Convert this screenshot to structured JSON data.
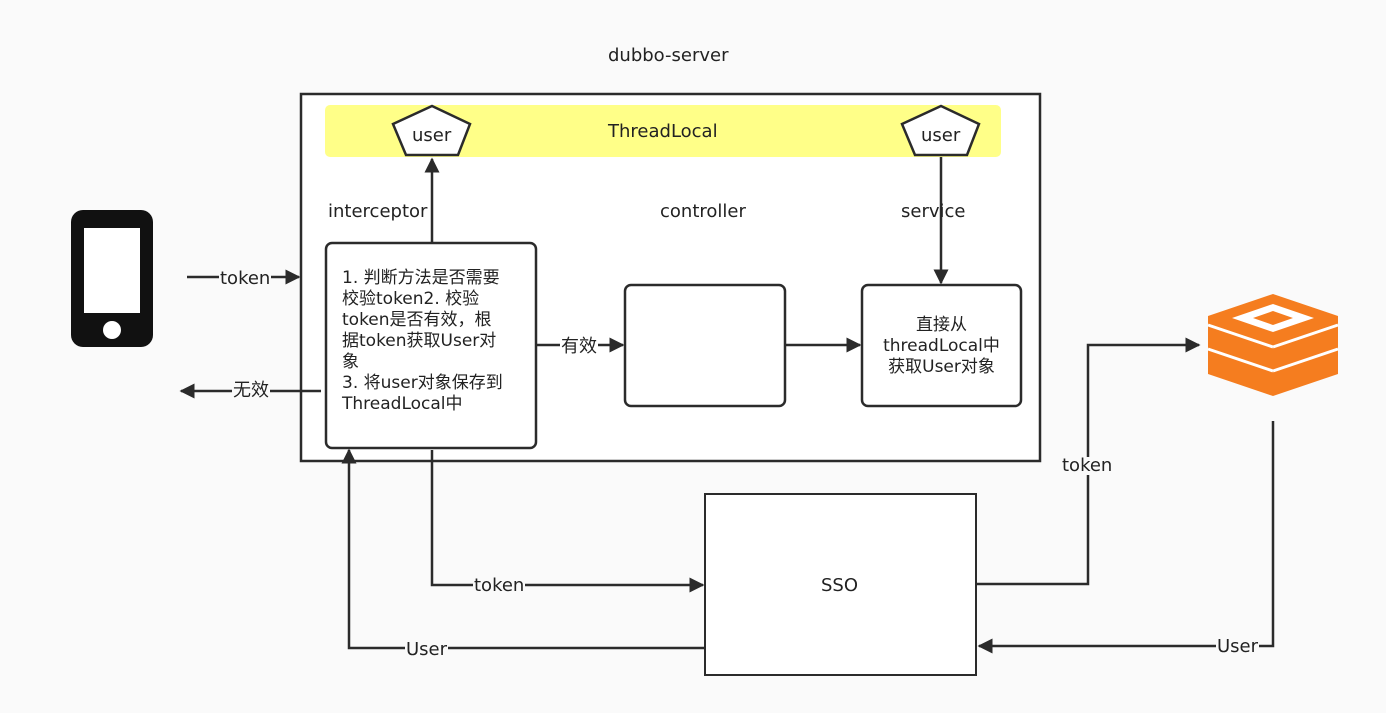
{
  "colors": {
    "line": "#2b2b2b",
    "threadlocal_bg": "#ffff88",
    "redis_orange": "#f57d1f",
    "background": "#fafafa"
  },
  "icons": {
    "client": "mobile-phone-icon",
    "cache": "redis-stack-icon"
  },
  "container": {
    "title": "dubbo-server"
  },
  "threadlocal": {
    "label": "ThreadLocal"
  },
  "user_tokens": [
    {
      "label": "user"
    },
    {
      "label": "user"
    }
  ],
  "layers": {
    "interceptor": "interceptor",
    "controller": "controller",
    "service": "service"
  },
  "interceptor_box": {
    "lines": [
      "1. 判断方法是否需要",
      "校验token2. 校验",
      "token是否有效，根",
      "据token获取User对",
      "象",
      "3. 将user对象保存到",
      "ThreadLocal中"
    ]
  },
  "service_box": {
    "lines": [
      "直接从",
      "threadLocal中",
      "获取User对象"
    ]
  },
  "sso": {
    "label": "SSO"
  },
  "edges": {
    "phone_token": "token",
    "invalid": "无效",
    "valid": "有效",
    "to_sso_token": "token",
    "sso_user": "User",
    "sso_redis_token": "token",
    "redis_user": "User"
  }
}
